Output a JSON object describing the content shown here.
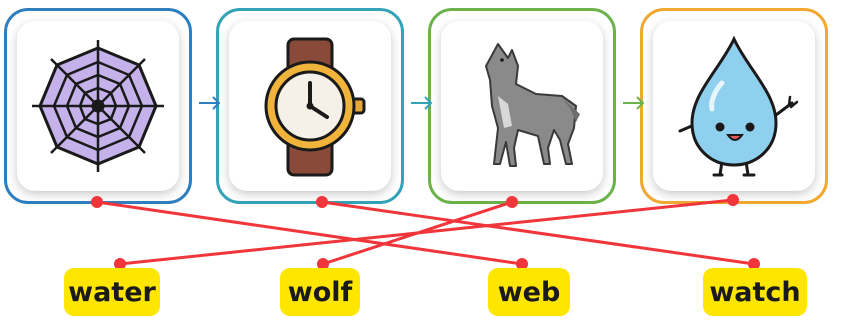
{
  "cards": [
    {
      "icon": "spider-web-icon",
      "color": "#2f7fbf"
    },
    {
      "icon": "wristwatch-icon",
      "color": "#33a3b8"
    },
    {
      "icon": "howling-wolf-icon",
      "color": "#6cb24a"
    },
    {
      "icon": "water-drop-character-icon",
      "color": "#f0a830"
    }
  ],
  "words": [
    "water",
    "wolf",
    "web",
    "watch"
  ],
  "matches": [
    {
      "picture": 1,
      "word": 3
    },
    {
      "picture": 2,
      "word": 4
    },
    {
      "picture": 3,
      "word": 2
    },
    {
      "picture": 4,
      "word": 1
    }
  ],
  "colors": {
    "line": "#f0353b",
    "word_tag": "#ffe600"
  }
}
